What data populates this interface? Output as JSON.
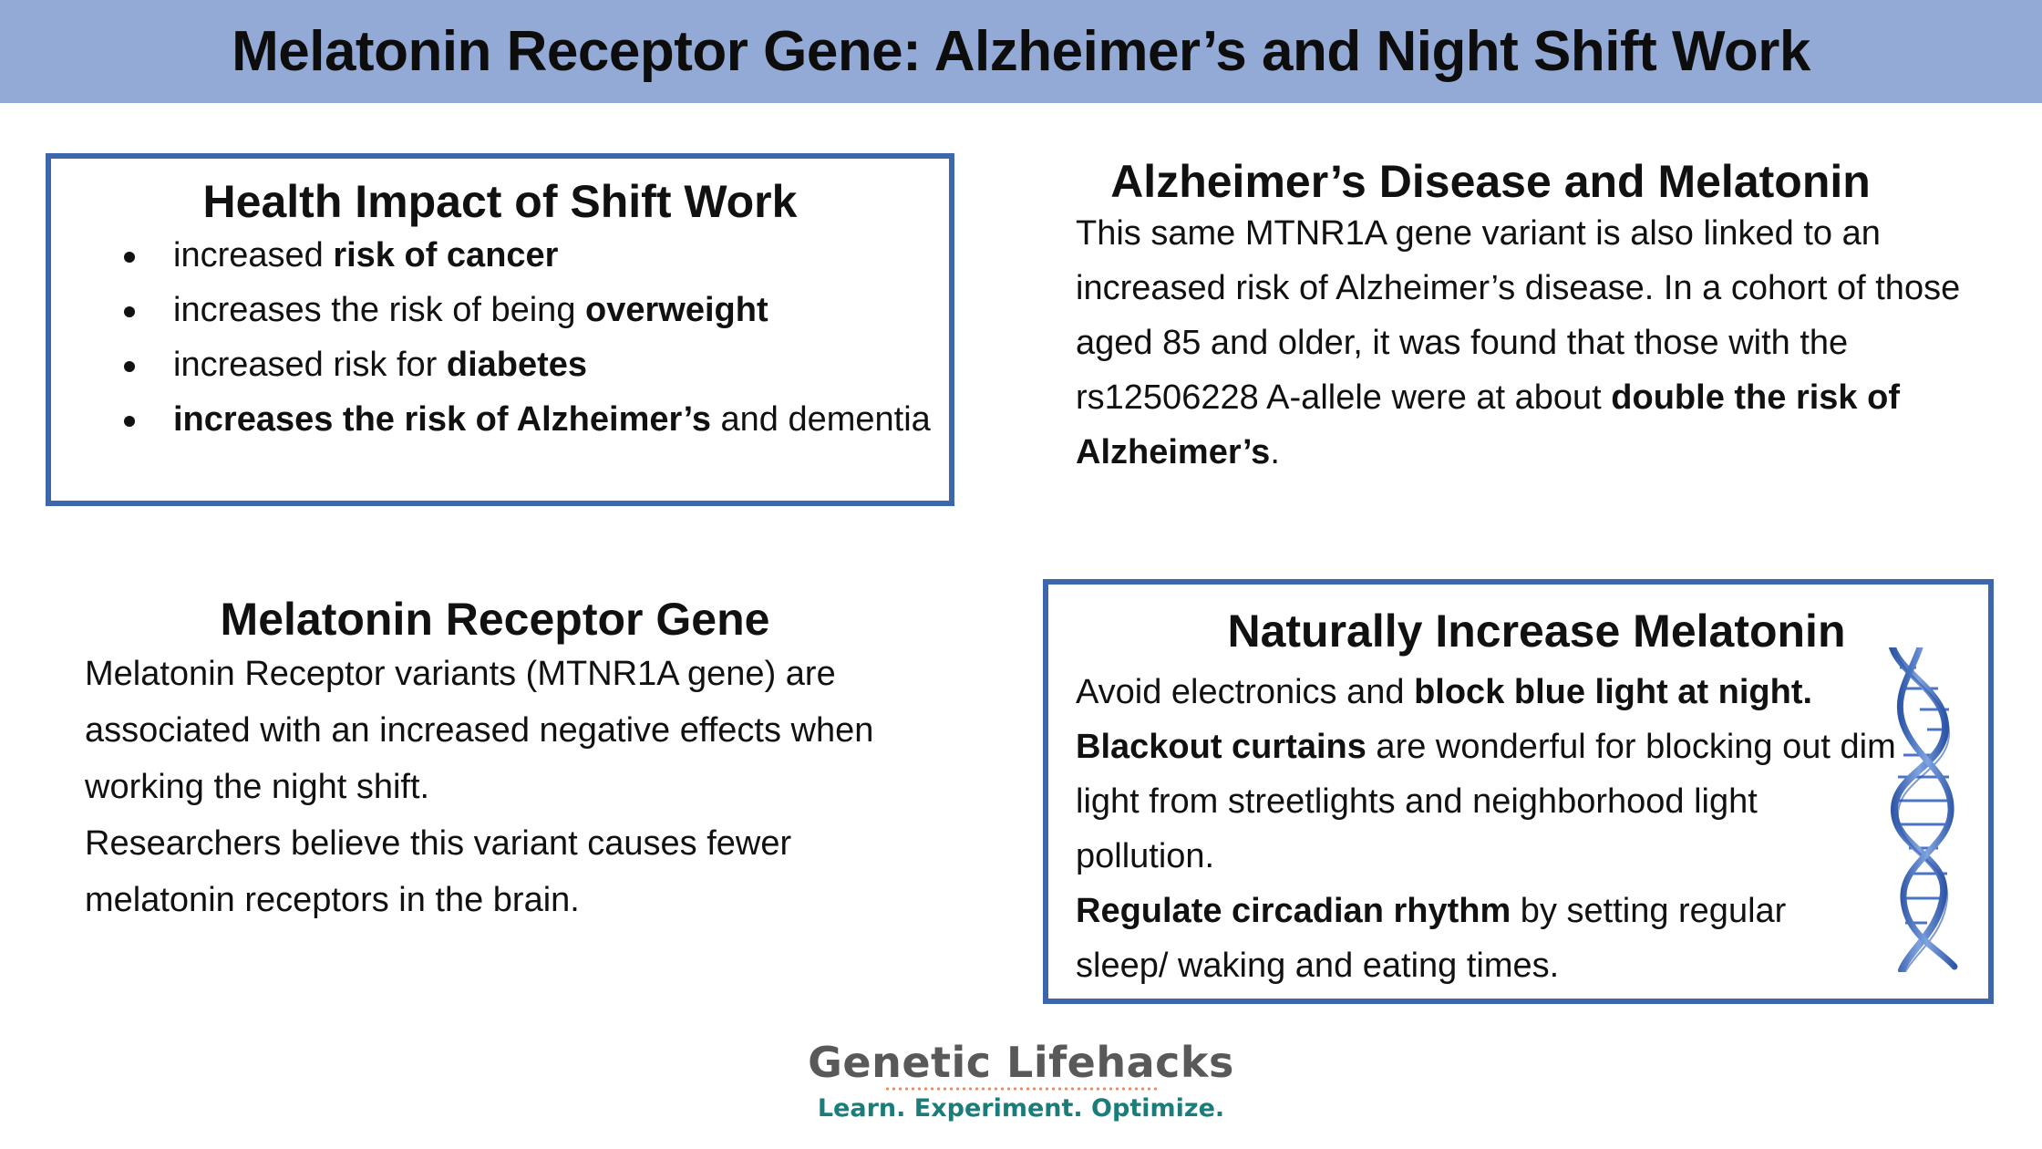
{
  "header": {
    "title": "Melatonin Receptor Gene: Alzheimer’s and Night Shift Work"
  },
  "shift_work": {
    "title": "Health Impact of Shift Work",
    "items": [
      {
        "pre": "increased ",
        "bold": "risk of cancer",
        "post": ""
      },
      {
        "pre": "increases the risk of being ",
        "bold": "overweight",
        "post": ""
      },
      {
        "pre": "increased risk for ",
        "bold": "diabetes",
        "post": ""
      },
      {
        "pre": "",
        "bold": "increases the risk of Alzheimer’s",
        "post": " and dementia"
      }
    ]
  },
  "alzheimers": {
    "title": "Alzheimer’s Disease and Melatonin",
    "text_pre": "This same MTNR1A gene variant is also linked to an increased risk of Alzheimer’s disease. In a cohort of those aged 85 and older, it was found that those with the rs12506228 A-allele were at about ",
    "text_bold": "double the risk of Alzheimer’s",
    "text_post": "."
  },
  "receptor_gene": {
    "title": "Melatonin Receptor Gene",
    "paragraph1": "Melatonin Receptor variants (MTNR1A gene) are associated with an increased negative effects when working the night shift.",
    "paragraph2": "Researchers believe this variant causes fewer melatonin receptors in the brain."
  },
  "increase_melatonin": {
    "title": "Naturally Increase Melatonin",
    "item1_pre": "Avoid electronics and ",
    "item1_bold": "block blue light at night.",
    "item2_bold": "Blackout curtains",
    "item2_post": " are wonderful for blocking out dim light from streetlights and neighborhood light pollution.",
    "item3_bold": "Regulate circadian rhythm",
    "item3_post": " by setting regular sleep/ waking and eating times.",
    "icon": "dna-helix-icon"
  },
  "logo": {
    "name": "Genetic Lifehacks",
    "tagline": "Learn. Experiment. Optimize."
  },
  "colors": {
    "header_bg": "#93a9d6",
    "box_border": "#3e66ad",
    "dna_blue": "#3f6bbf",
    "logo_gray": "#595959",
    "logo_teal": "#1b7d7b",
    "logo_dots": "#f08a5d"
  }
}
